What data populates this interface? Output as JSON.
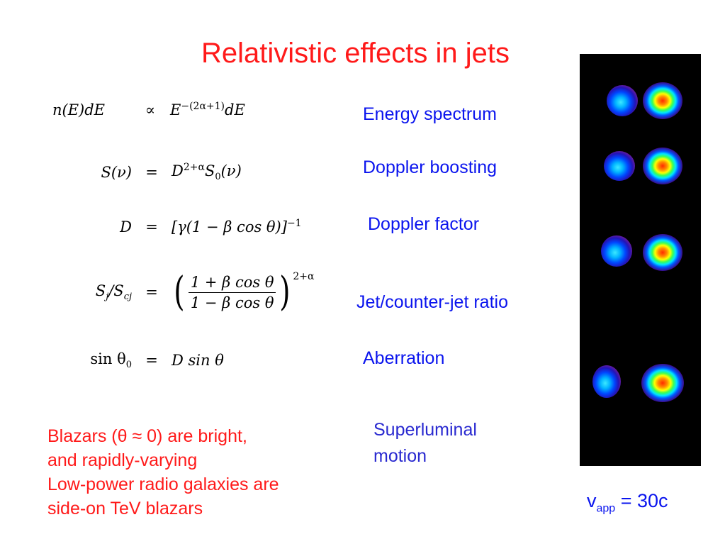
{
  "slide": {
    "title": "Relativistic effects in jets"
  },
  "equations": {
    "eq1": {
      "lhs": "n(E)dE",
      "op": "∝",
      "rhs_base": "E",
      "rhs_sup": "−(2α+1)",
      "rhs_tail": "dE"
    },
    "eq2": {
      "lhs": "S(ν)",
      "op": "=",
      "rhs_base": "D",
      "rhs_sup": "2+α",
      "rhs_tail_s": "S",
      "rhs_tail_sub": "0",
      "rhs_tail_end": "(ν)"
    },
    "eq3": {
      "lhs": "D",
      "op": "=",
      "rhs": "[γ(1 − β cos θ)]",
      "rhs_sup": "−1"
    },
    "eq4": {
      "lhs_a": "S",
      "lhs_a_sub": "j",
      "lhs_mid": "/S",
      "lhs_b_sub": "cj",
      "op": "=",
      "num": "1 + β cos θ",
      "den": "1 − β cos θ",
      "paren_open": "(",
      "paren_close": ")",
      "sup": "2+α"
    },
    "eq5": {
      "lhs_a": "sin θ",
      "lhs_sub": "0",
      "op": "=",
      "rhs": "D sin θ"
    }
  },
  "labels": {
    "energy_spectrum": "Energy spectrum",
    "doppler_boosting": "Doppler boosting",
    "doppler_factor": "Doppler factor",
    "jet_ratio": "Jet/counter-jet ratio",
    "aberration": "Aberration"
  },
  "notes": {
    "line1": "Blazars (θ ≈ 0) are bright,",
    "line2": "and rapidly-varying",
    "line3": "Low-power radio galaxies are",
    "line4": "side-on TeV blazars"
  },
  "superluminal": {
    "line1": "Superluminal",
    "line2": "motion"
  },
  "vapp": {
    "v": "v",
    "sub": "app",
    "rest": " = 30c"
  },
  "colors": {
    "title": "#ff1a1a",
    "labels": "#0a14ee",
    "notes": "#ff1a1a",
    "superluminal": "#2929d0",
    "panel": "#000000"
  }
}
